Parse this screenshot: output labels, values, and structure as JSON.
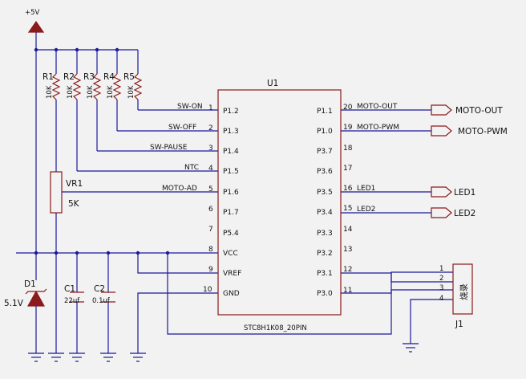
{
  "power": {
    "label": "+5V"
  },
  "resistors": [
    {
      "ref": "R1",
      "value": "10K"
    },
    {
      "ref": "R2",
      "value": "10K"
    },
    {
      "ref": "R3",
      "value": "10K"
    },
    {
      "ref": "R4",
      "value": "10K"
    },
    {
      "ref": "R5",
      "value": "10K"
    }
  ],
  "chip": {
    "ref": "U1",
    "part": "STC8H1K08_20PIN",
    "left_pins": [
      {
        "num": "1",
        "name": "P1.2",
        "net": "SW-ON"
      },
      {
        "num": "2",
        "name": "P1.3",
        "net": "SW-OFF"
      },
      {
        "num": "3",
        "name": "P1.4",
        "net": "SW-PAUSE"
      },
      {
        "num": "4",
        "name": "P1.5",
        "net": "NTC"
      },
      {
        "num": "5",
        "name": "P1.6",
        "net": "MOTO-AD"
      },
      {
        "num": "6",
        "name": "P1.7",
        "net": ""
      },
      {
        "num": "7",
        "name": "P5.4",
        "net": ""
      },
      {
        "num": "8",
        "name": "VCC",
        "net": ""
      },
      {
        "num": "9",
        "name": "VREF",
        "net": ""
      },
      {
        "num": "10",
        "name": "GND",
        "net": ""
      }
    ],
    "right_pins": [
      {
        "num": "20",
        "name": "P1.1",
        "net": "MOTO-OUT"
      },
      {
        "num": "19",
        "name": "P1.0",
        "net": "MOTO-PWM"
      },
      {
        "num": "18",
        "name": "P3.7",
        "net": ""
      },
      {
        "num": "17",
        "name": "P3.6",
        "net": ""
      },
      {
        "num": "16",
        "name": "P3.5",
        "net": "LED1"
      },
      {
        "num": "15",
        "name": "P3.4",
        "net": "LED2"
      },
      {
        "num": "14",
        "name": "P3.3",
        "net": ""
      },
      {
        "num": "13",
        "name": "P3.2",
        "net": ""
      },
      {
        "num": "12",
        "name": "P3.1",
        "net": ""
      },
      {
        "num": "11",
        "name": "P3.0",
        "net": ""
      }
    ]
  },
  "ports": [
    {
      "label": "MOTO-OUT"
    },
    {
      "label": "MOTO-PWM"
    },
    {
      "label": "LED1"
    },
    {
      "label": "LED2"
    }
  ],
  "vr1": {
    "ref": "VR1",
    "value": "5K"
  },
  "d1": {
    "ref": "D1",
    "value": "5.1V"
  },
  "c1": {
    "ref": "C1",
    "value": "22uf"
  },
  "c2": {
    "ref": "C2",
    "value": "0.1uf"
  },
  "j1": {
    "ref": "J1",
    "label": "烧录",
    "pins": [
      "1",
      "2",
      "3",
      "4"
    ]
  }
}
